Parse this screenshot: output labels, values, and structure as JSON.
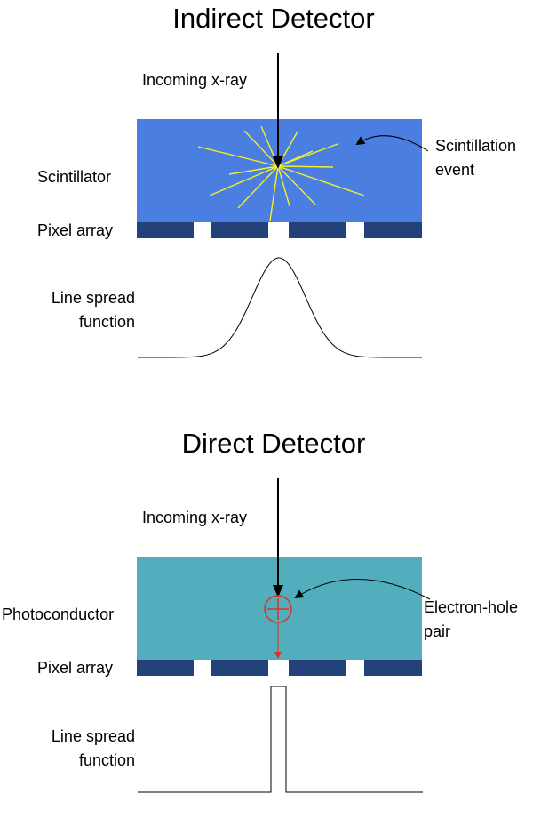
{
  "indirect": {
    "title": "Indirect Detector",
    "incoming_label": "Incoming x-ray",
    "layer_label": "Scintillator",
    "pixel_label": "Pixel array",
    "event_label_line1": "Scintillation",
    "event_label_line2": "event",
    "lsf_label_line1": "Line spread",
    "lsf_label_line2": "function"
  },
  "direct": {
    "title": "Direct Detector",
    "incoming_label": "Incoming x-ray",
    "layer_label": "Photoconductor",
    "pixel_label": "Pixel array",
    "pair_label_line1": "Electron-hole",
    "pair_label_line2": "pair",
    "lsf_label_line1": "Line spread",
    "lsf_label_line2": "function"
  },
  "colors": {
    "scintillator": "#4a7ee0",
    "photoconductor": "#52adbd",
    "pixel": "#24427a",
    "light_rays": "#f2ef2e",
    "electron_hole": "#e0321e"
  }
}
